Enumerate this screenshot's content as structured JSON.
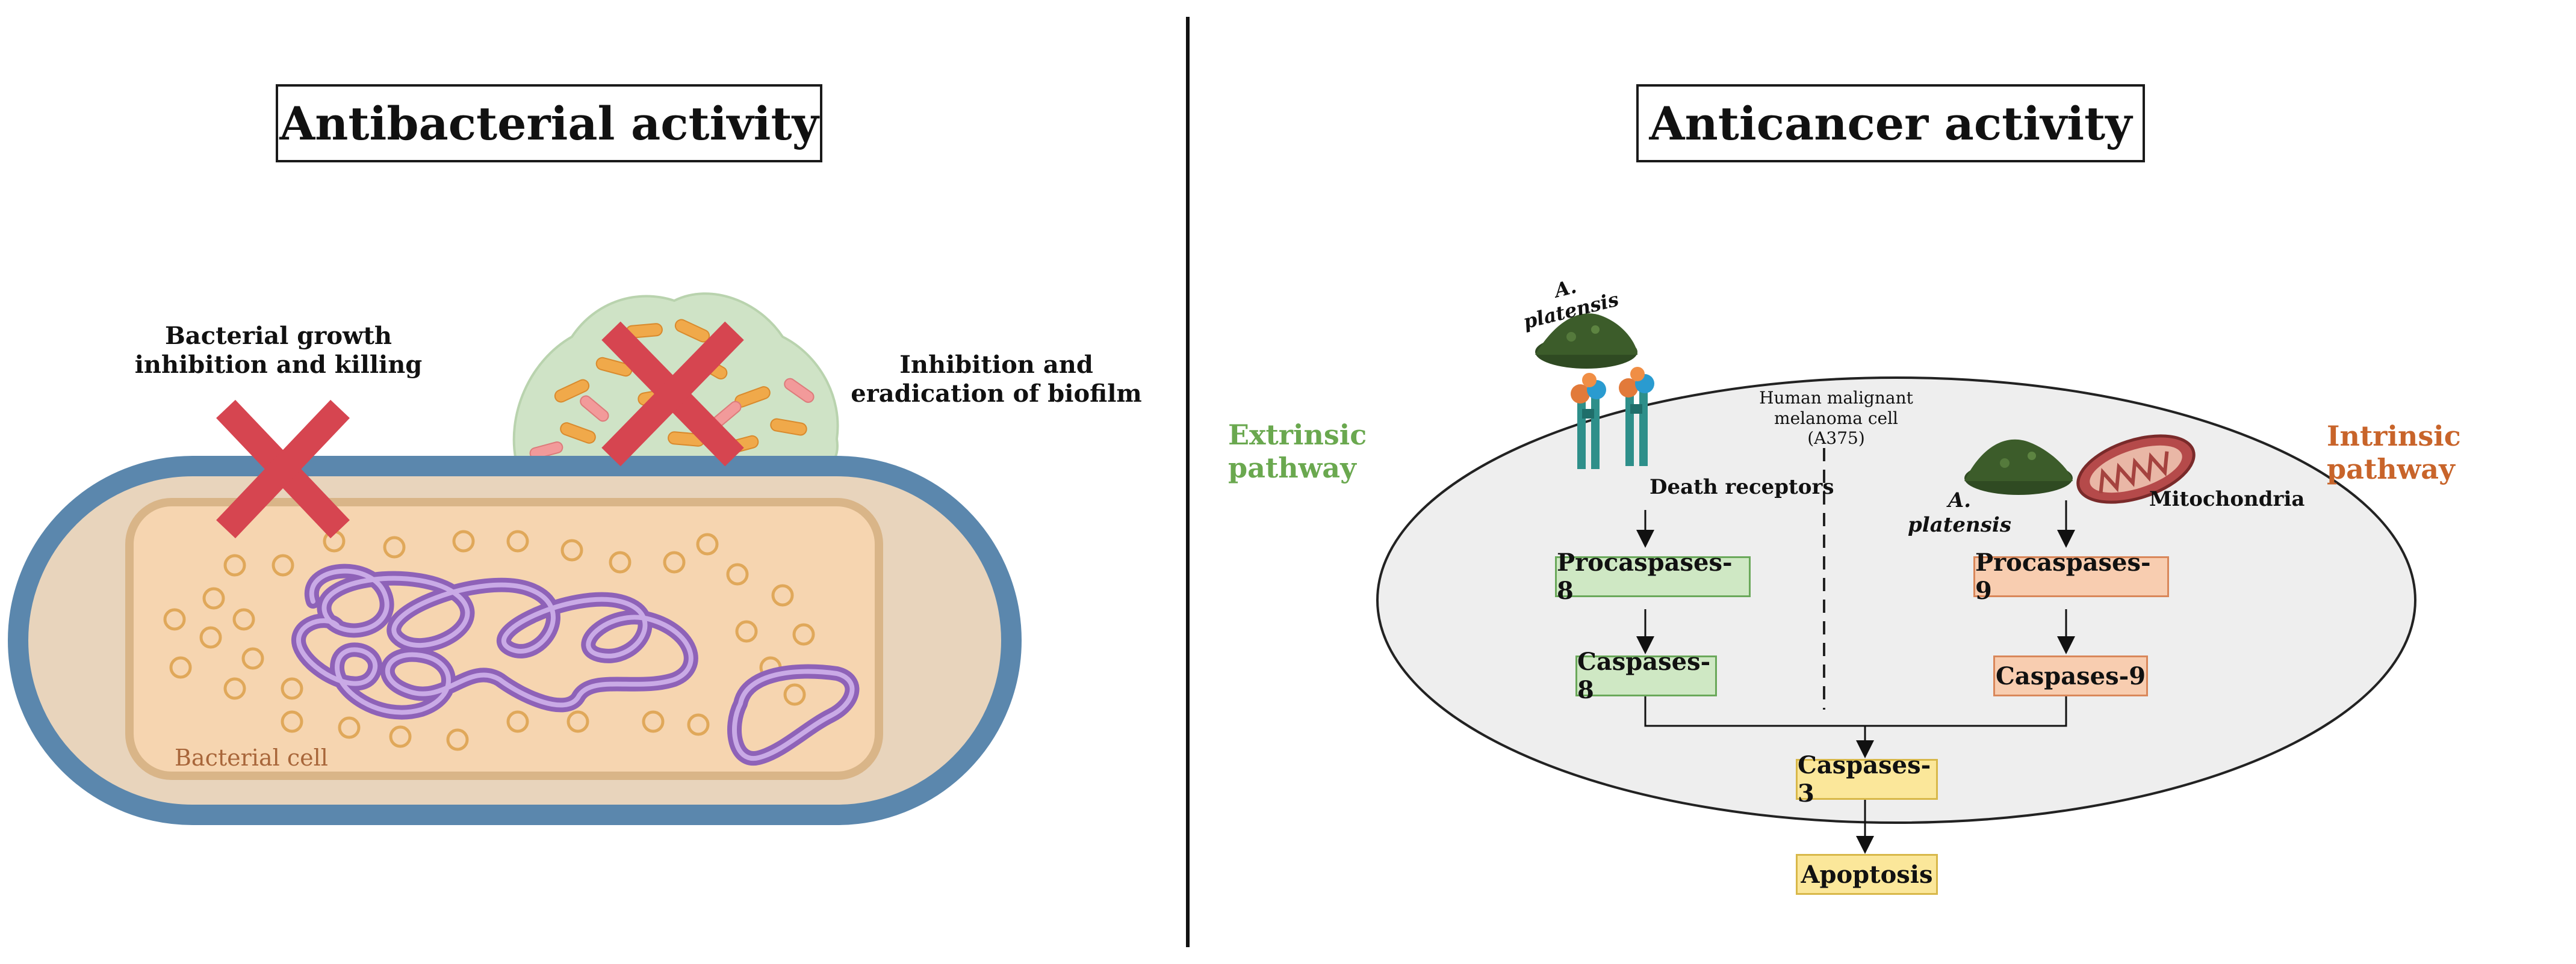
{
  "antibacterial": {
    "title": "Antibacterial activity",
    "growth_label_line1": "Bacterial growth",
    "growth_label_line2": "inhibition and killing",
    "biofilm_label_line1": "Inhibition and",
    "biofilm_label_line2": "eradication of biofilm",
    "cell_label": "Bacterial cell"
  },
  "anticancer": {
    "title": "Anticancer activity",
    "extrinsic_label": "Extrinsic pathway",
    "intrinsic_label": "Intrinsic pathway",
    "platensis_top": "A. platensis",
    "platensis_right": "A. platensis",
    "cell_line1": "Human malignant",
    "cell_line2": "melanoma cell (A375)",
    "death_receptors": "Death receptors",
    "mitochondria": "Mitochondria",
    "procaspase8": "Procaspases-8",
    "caspase8": "Caspases-8",
    "procaspase9": "Procaspases-9",
    "caspase9": "Caspases-9",
    "caspase3": "Caspases-3",
    "apoptosis": "Apoptosis"
  },
  "colors": {
    "extrinsic": "#6aa84f",
    "intrinsic": "#c8642a",
    "cross": "#d64550",
    "cell_membrane": "#5b87ad",
    "cytoplasm": "#f6d5b0",
    "dna": "#a47bc9",
    "cancer_cell_fill": "#eeeeee"
  }
}
